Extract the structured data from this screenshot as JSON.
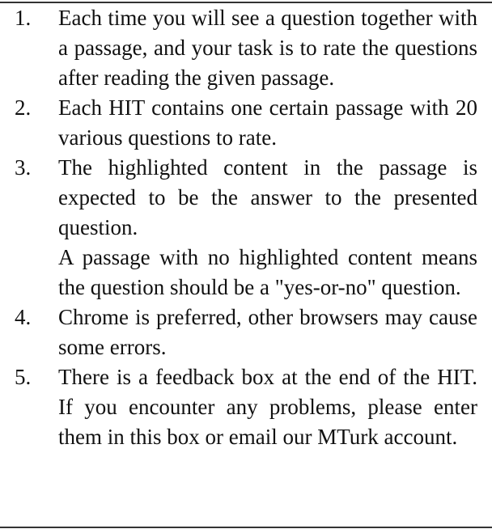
{
  "items": [
    {
      "number": "1.",
      "paragraphs": [
        "Each time you will see a question together with a passage, and your task is to rate the questions after reading the given passage."
      ]
    },
    {
      "number": "2.",
      "paragraphs": [
        "Each HIT contains one certain passage with 20 various questions to rate."
      ]
    },
    {
      "number": "3.",
      "paragraphs": [
        "The highlighted content in the passage is expected to be the answer to the presented question.",
        "A passage with no highlighted content means the question should be a \"yes-or-no\" question."
      ]
    },
    {
      "number": "4.",
      "paragraphs": [
        "Chrome is preferred, other browsers may cause some errors."
      ]
    },
    {
      "number": "5.",
      "paragraphs": [
        "There is a feedback box at the end of the HIT. If you encounter any problems, please enter them in this box or email our MTurk account."
      ]
    }
  ]
}
